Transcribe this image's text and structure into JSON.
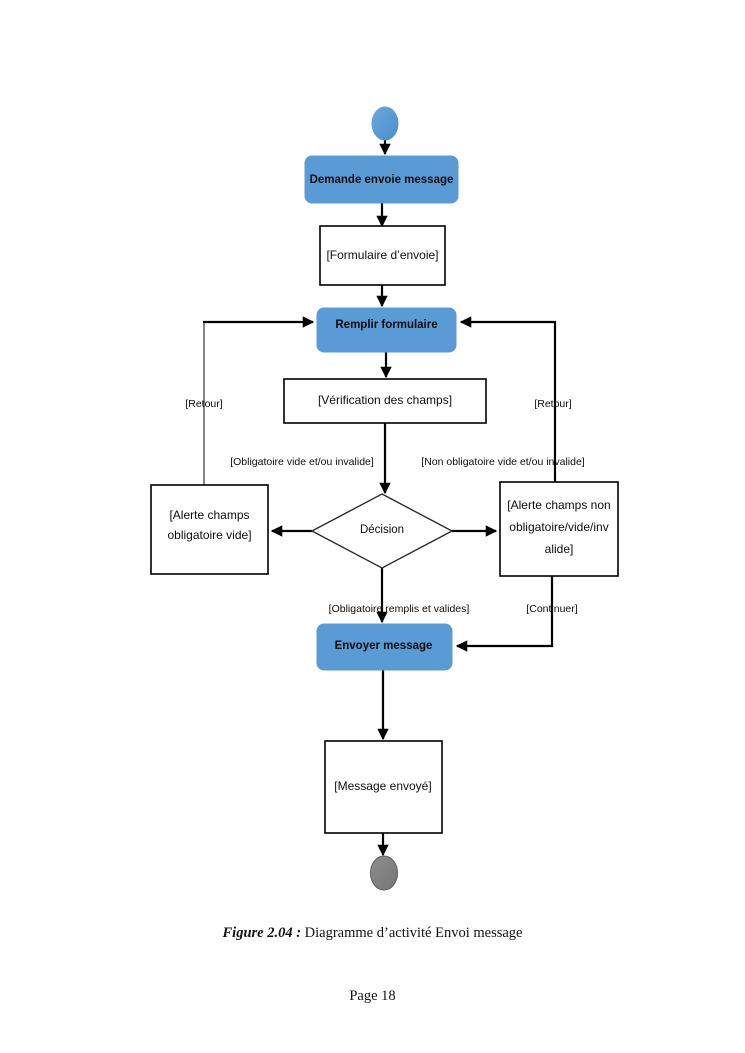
{
  "document": {
    "caption_figure_number": "Figure 2.04 :",
    "caption_text": "Diagramme d’activité Envoi message",
    "page_number": "Page 18"
  },
  "colors": {
    "action_fill": "#5b9bd5",
    "initial_node_fill": "#5b9bd5",
    "final_node_fill": "#808080",
    "box_stroke": "#000000",
    "page_background": "#ffffff"
  },
  "diagram": {
    "type": "uml-activity-diagram",
    "nodes": {
      "initial": {
        "kind": "initial-node",
        "label": ""
      },
      "action_demande": {
        "kind": "action",
        "label": "Demande envoie message"
      },
      "object_formulaire": {
        "kind": "object-node",
        "label": "[Formulaire d’envoie]"
      },
      "action_remplir": {
        "kind": "action",
        "label": "Remplir formulaire"
      },
      "object_verification": {
        "kind": "object-node",
        "label": "[Vérification des champs]"
      },
      "decision": {
        "kind": "decision",
        "label": "Décision"
      },
      "object_alerte_obligatoire": {
        "kind": "object-node",
        "label_line1": "[Alerte champs",
        "label_line2": "obligatoire vide]"
      },
      "object_alerte_non_obligatoire": {
        "kind": "object-node",
        "label_line1": "[Alerte champs non",
        "label_line2": "obligatoire/vide/inv",
        "label_line3": "alide]"
      },
      "action_envoyer": {
        "kind": "action",
        "label": "Envoyer message"
      },
      "object_message_envoye": {
        "kind": "object-node",
        "label": "[Message envoyé]"
      },
      "final": {
        "kind": "final-node",
        "label": ""
      }
    },
    "guards": {
      "retour_left": "[Retour]",
      "retour_right": "[Retour]",
      "obligatoire_invalide": "[Obligatoire vide et/ou invalide]",
      "non_obligatoire_invalide": "[Non obligatoire vide et/ou invalide]",
      "obligatoire_valide": "[Obligatoire remplis et valides]",
      "continuer": "[Continuer]"
    },
    "edges": [
      {
        "from": "initial",
        "to": "action_demande"
      },
      {
        "from": "action_demande",
        "to": "object_formulaire"
      },
      {
        "from": "object_formulaire",
        "to": "action_remplir"
      },
      {
        "from": "action_remplir",
        "to": "object_verification"
      },
      {
        "from": "object_verification",
        "to": "decision"
      },
      {
        "from": "decision",
        "to": "object_alerte_obligatoire",
        "guard": "[Obligatoire vide et/ou invalide]"
      },
      {
        "from": "decision",
        "to": "object_alerte_non_obligatoire",
        "guard": "[Non obligatoire vide et/ou invalide]"
      },
      {
        "from": "decision",
        "to": "action_envoyer",
        "guard": "[Obligatoire remplis et valides]"
      },
      {
        "from": "object_alerte_obligatoire",
        "to": "action_remplir",
        "guard": "[Retour]"
      },
      {
        "from": "object_alerte_non_obligatoire",
        "to": "action_remplir",
        "guard": "[Retour]"
      },
      {
        "from": "object_alerte_non_obligatoire",
        "to": "action_envoyer",
        "guard": "[Continuer]"
      },
      {
        "from": "action_envoyer",
        "to": "object_message_envoye"
      },
      {
        "from": "object_message_envoye",
        "to": "final"
      }
    ]
  }
}
